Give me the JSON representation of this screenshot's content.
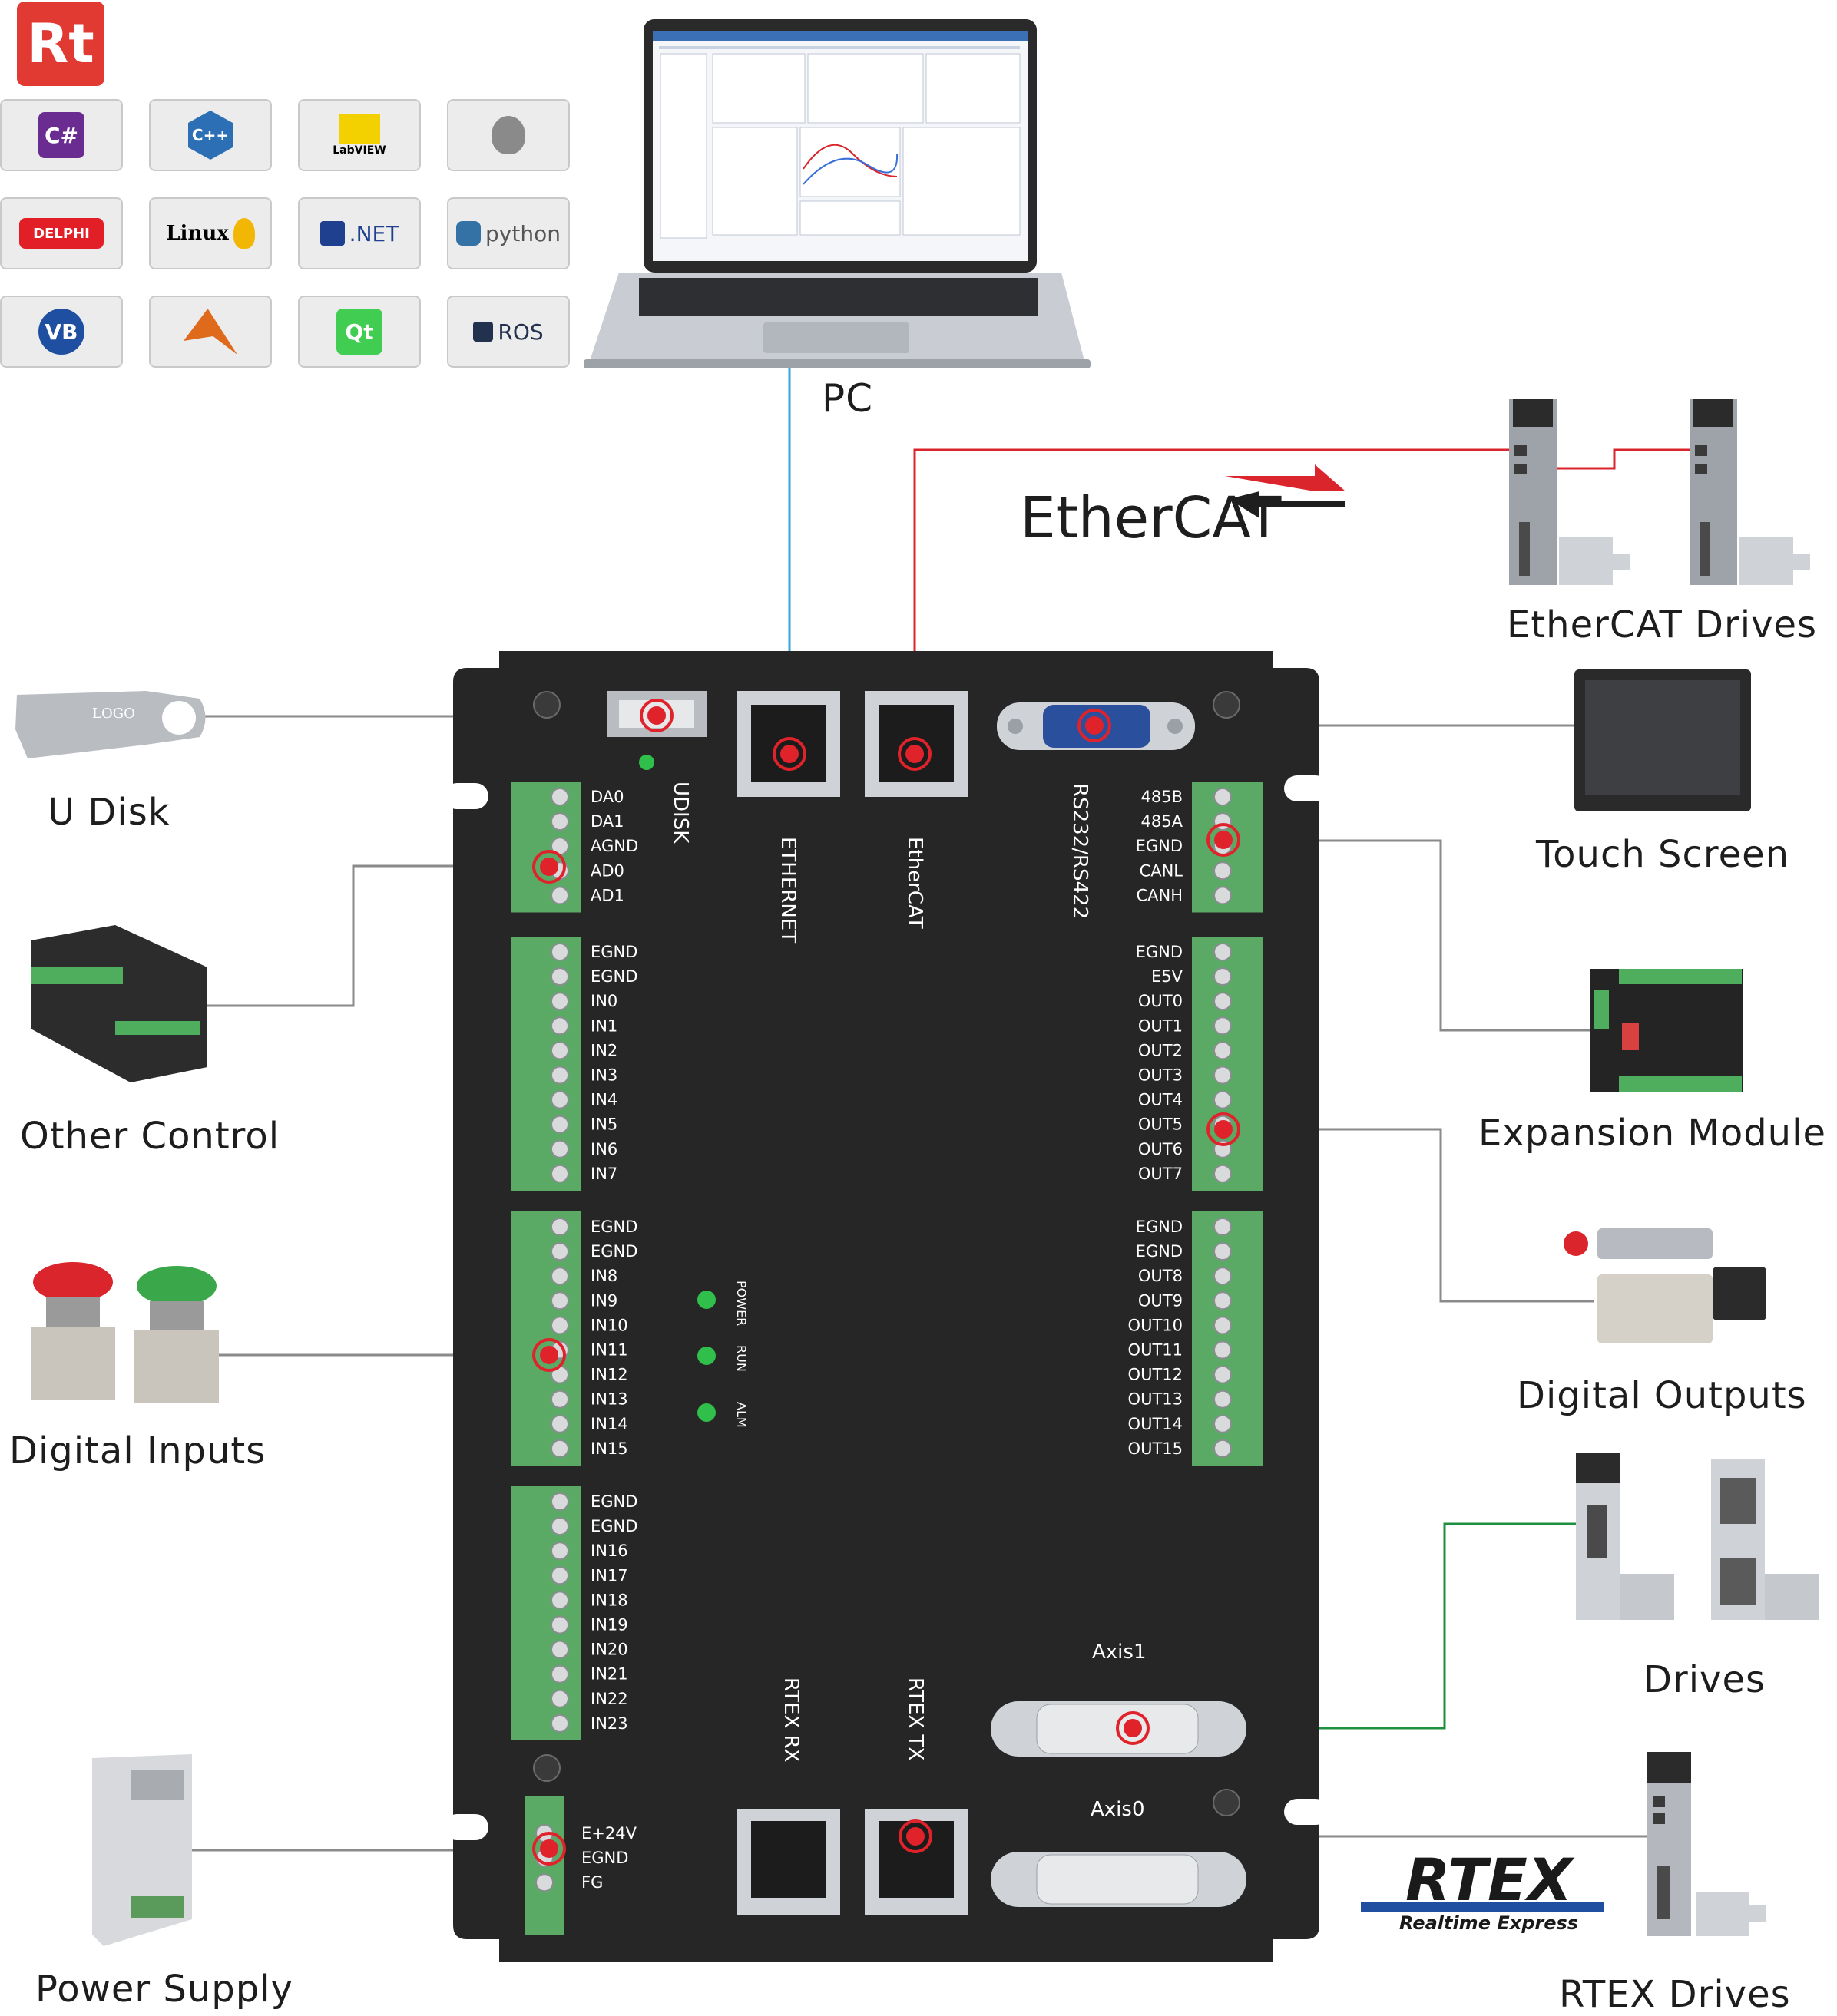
{
  "logo": {
    "text": "Rt",
    "color": "#e03a33"
  },
  "software_icons": [
    {
      "name": "csharp-icon",
      "label": "C#",
      "fg": "#ffffff",
      "bg": "#6a2c91"
    },
    {
      "name": "cplusplus-icon",
      "label": "C++",
      "fg": "#ffffff",
      "bg": "#2c6fb5"
    },
    {
      "name": "labview-icon",
      "label": "LabVIEW",
      "fg": "#000000",
      "bg": "#f3d000"
    },
    {
      "name": "apple-icon",
      "label": "",
      "fg": "#8a8a8a",
      "bg": "#8a8a8a"
    },
    {
      "name": "delphi-icon",
      "label": "DELPHI",
      "fg": "#ffffff",
      "bg": "#e21f26"
    },
    {
      "name": "linux-icon",
      "label": "Linux",
      "fg": "#000000",
      "bg": "#f2b705"
    },
    {
      "name": "dotnet-icon",
      "label": ".NET",
      "fg": "#1f3f8f",
      "bg": "#1f3f8f"
    },
    {
      "name": "python-icon",
      "label": "python",
      "fg": "#555555",
      "bg": "#3472a6"
    },
    {
      "name": "vb-icon",
      "label": "VB",
      "fg": "#ffffff",
      "bg": "#1f4fa0"
    },
    {
      "name": "matlab-icon",
      "label": "",
      "fg": "#e06a1c",
      "bg": "#e06a1c"
    },
    {
      "name": "qt-icon",
      "label": "Qt",
      "fg": "#ffffff",
      "bg": "#41cd52"
    },
    {
      "name": "ros-icon",
      "label": "ROS",
      "fg": "#22314e",
      "bg": "#22314e"
    }
  ],
  "labels": {
    "pc": "PC",
    "ethercat_logo": "EtherCAT",
    "ethercat_drives": "EtherCAT Drives",
    "touch_screen": "Touch  Screen",
    "expansion_module": "Expansion  Module",
    "digital_outputs": "Digital  Outputs",
    "drives": "Drives",
    "rtex_drives": "RTEX Drives",
    "rtex_logo": "RTEX",
    "rtex_tagline": "Realtime Express",
    "u_disk": "U Disk",
    "other_control": "Other  Control",
    "digital_inputs": "Digital  Inputs",
    "power_supply": "Power  Supply",
    "usb_logo": "LOGO"
  },
  "controller": {
    "port_labels": {
      "udisk": "UDISK",
      "ethernet": "ETHERNET",
      "ethercat": "EtherCAT",
      "rs232": "RS232/RS422",
      "rtex_rx": "RTEX  RX",
      "rtex_tx": "RTEX  TX",
      "axis1": "Axis1",
      "axis0": "Axis0"
    },
    "leds": [
      "POWER",
      "RUN",
      "ALM"
    ],
    "terminal_left_1": [
      "DA0",
      "DA1",
      "AGND",
      "AD0",
      "AD1"
    ],
    "terminal_left_2": [
      "EGND",
      "EGND",
      "IN0",
      "IN1",
      "IN2",
      "IN3",
      "IN4",
      "IN5",
      "IN6",
      "IN7"
    ],
    "terminal_left_3": [
      "EGND",
      "EGND",
      "IN8",
      "IN9",
      "IN10",
      "IN11",
      "IN12",
      "IN13",
      "IN14",
      "IN15"
    ],
    "terminal_left_4": [
      "EGND",
      "EGND",
      "IN16",
      "IN17",
      "IN18",
      "IN19",
      "IN20",
      "IN21",
      "IN22",
      "IN23"
    ],
    "terminal_power": [
      "E+24V",
      "EGND",
      "FG"
    ],
    "terminal_right_1": [
      "485B",
      "485A",
      "EGND",
      "CANL",
      "CANH"
    ],
    "terminal_right_2": [
      "EGND",
      "E5V",
      "OUT0",
      "OUT1",
      "OUT2",
      "OUT3",
      "OUT4",
      "OUT5",
      "OUT6",
      "OUT7"
    ],
    "terminal_right_3": [
      "EGND",
      "EGND",
      "OUT8",
      "OUT9",
      "OUT10",
      "OUT11",
      "OUT12",
      "OUT13",
      "OUT14",
      "OUT15"
    ]
  },
  "colors": {
    "ethernet_line": "#3aa7d8",
    "ethercat_line": "#d9252b",
    "drive_line": "#1e8f3e",
    "gray_line": "#8a8a8a",
    "board": "#262626",
    "terminal_green": "#5aaa66",
    "marker_red": "#e0222b"
  }
}
